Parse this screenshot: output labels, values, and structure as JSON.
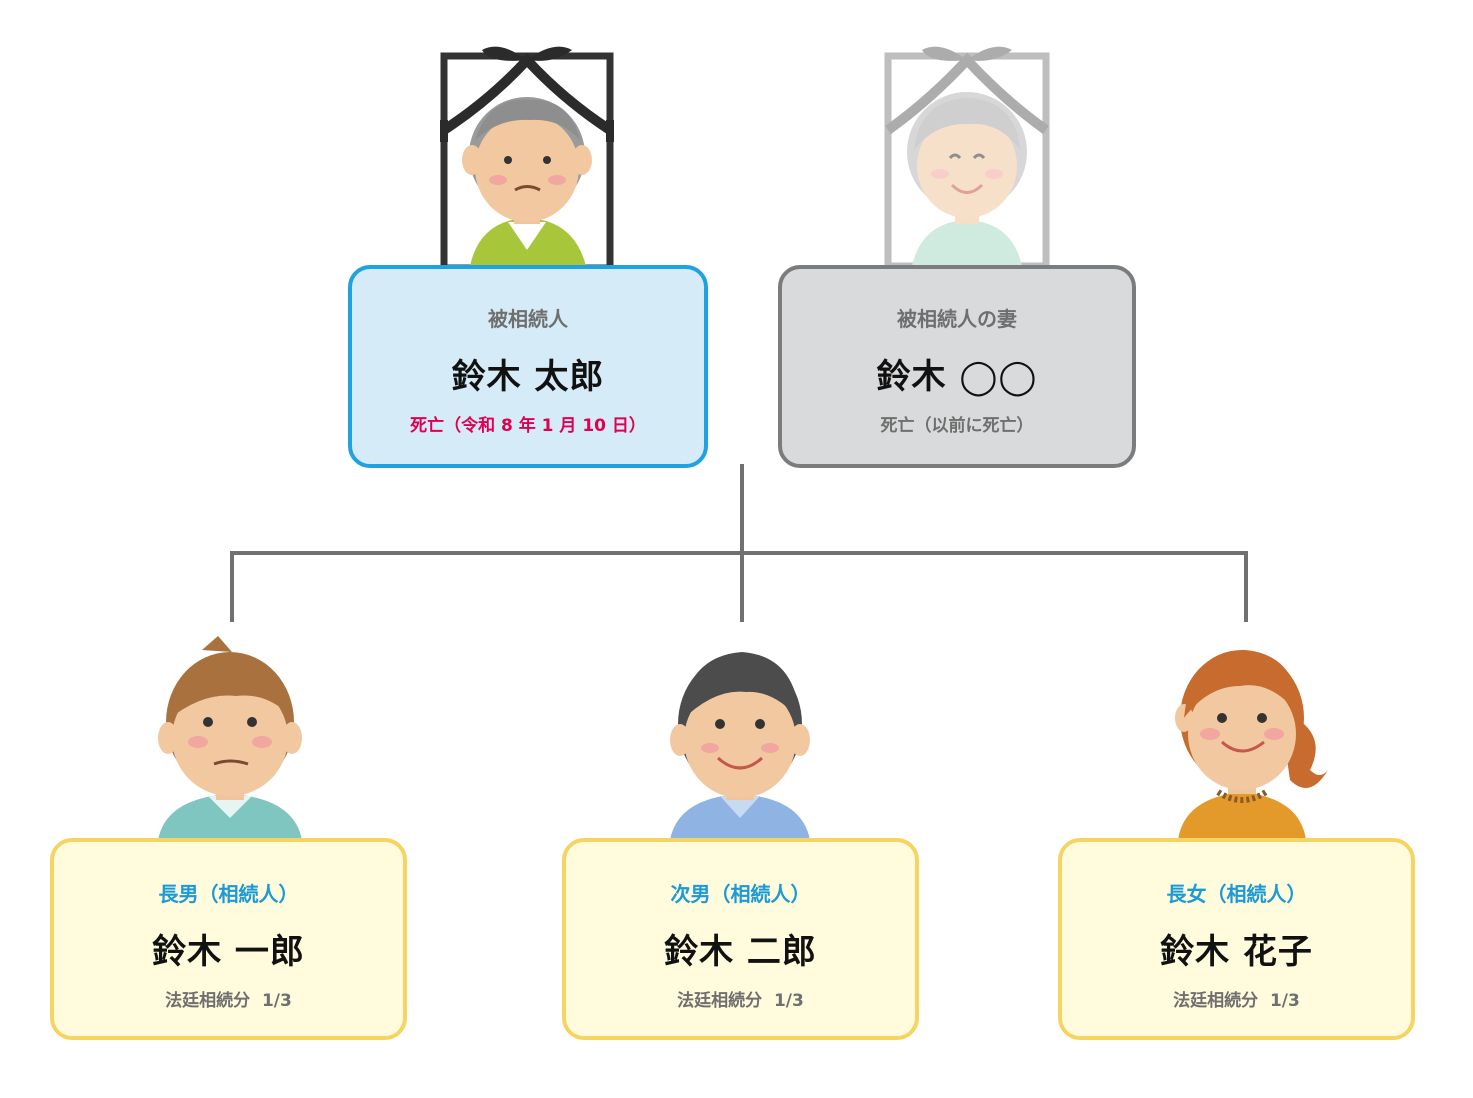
{
  "deceased": {
    "role": "被相続人",
    "name": "鈴木 太郎",
    "note": "死亡（令和 8 年 1 月 10 日）"
  },
  "wife": {
    "role": "被相続人の妻",
    "name": "鈴木 ◯◯",
    "note": "死亡（以前に死亡）"
  },
  "heirs": [
    {
      "role": "長男（相続人）",
      "name": "鈴木 一郎",
      "share": "法廷相続分  1/3"
    },
    {
      "role": "次男（相続人）",
      "name": "鈴木 二郎",
      "share": "法廷相続分  1/3"
    },
    {
      "role": "長女（相続人）",
      "name": "鈴木 花子",
      "share": "法廷相続分  1/3"
    }
  ],
  "colors": {
    "deceased_accent": "#1fa3e0",
    "deceased_date": "#e0004f",
    "heir_role": "#1a9ad6",
    "heir_border": "#f6d461",
    "muted_text": "#6f6f6f"
  }
}
